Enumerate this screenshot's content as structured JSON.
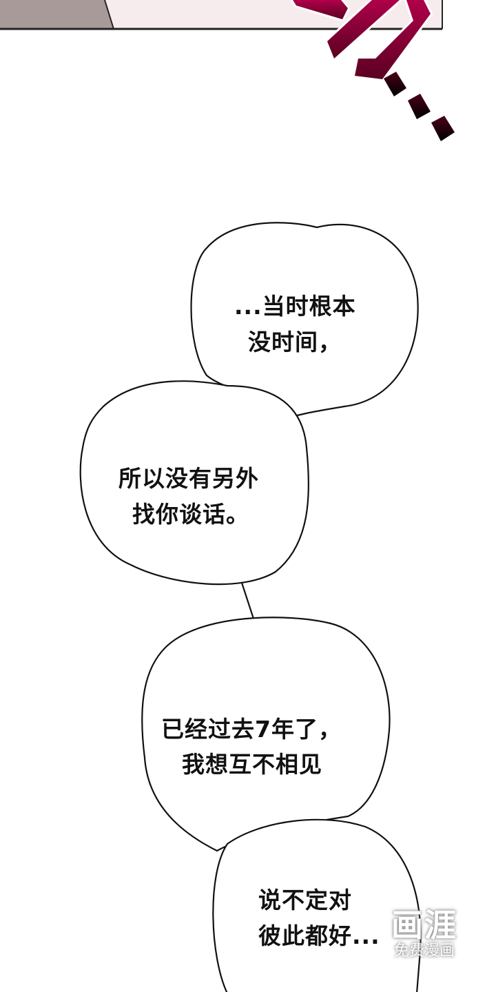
{
  "bubbles": [
    {
      "lines": [
        "...当时根本",
        "没时间，"
      ]
    },
    {
      "lines": [
        "所以没有另外",
        "找你谈话。"
      ]
    },
    {
      "lines": [
        "已经过去7年了，",
        "我想互不相见"
      ]
    },
    {
      "lines": [
        "说不定对",
        "彼此都好..."
      ]
    }
  ],
  "watermark": {
    "logo": "画涯",
    "subtitle": "免费漫画"
  },
  "colors": {
    "sfx": "#a0003f",
    "panel_bg": "#f6ecee",
    "panel_left": "#a89a98"
  }
}
